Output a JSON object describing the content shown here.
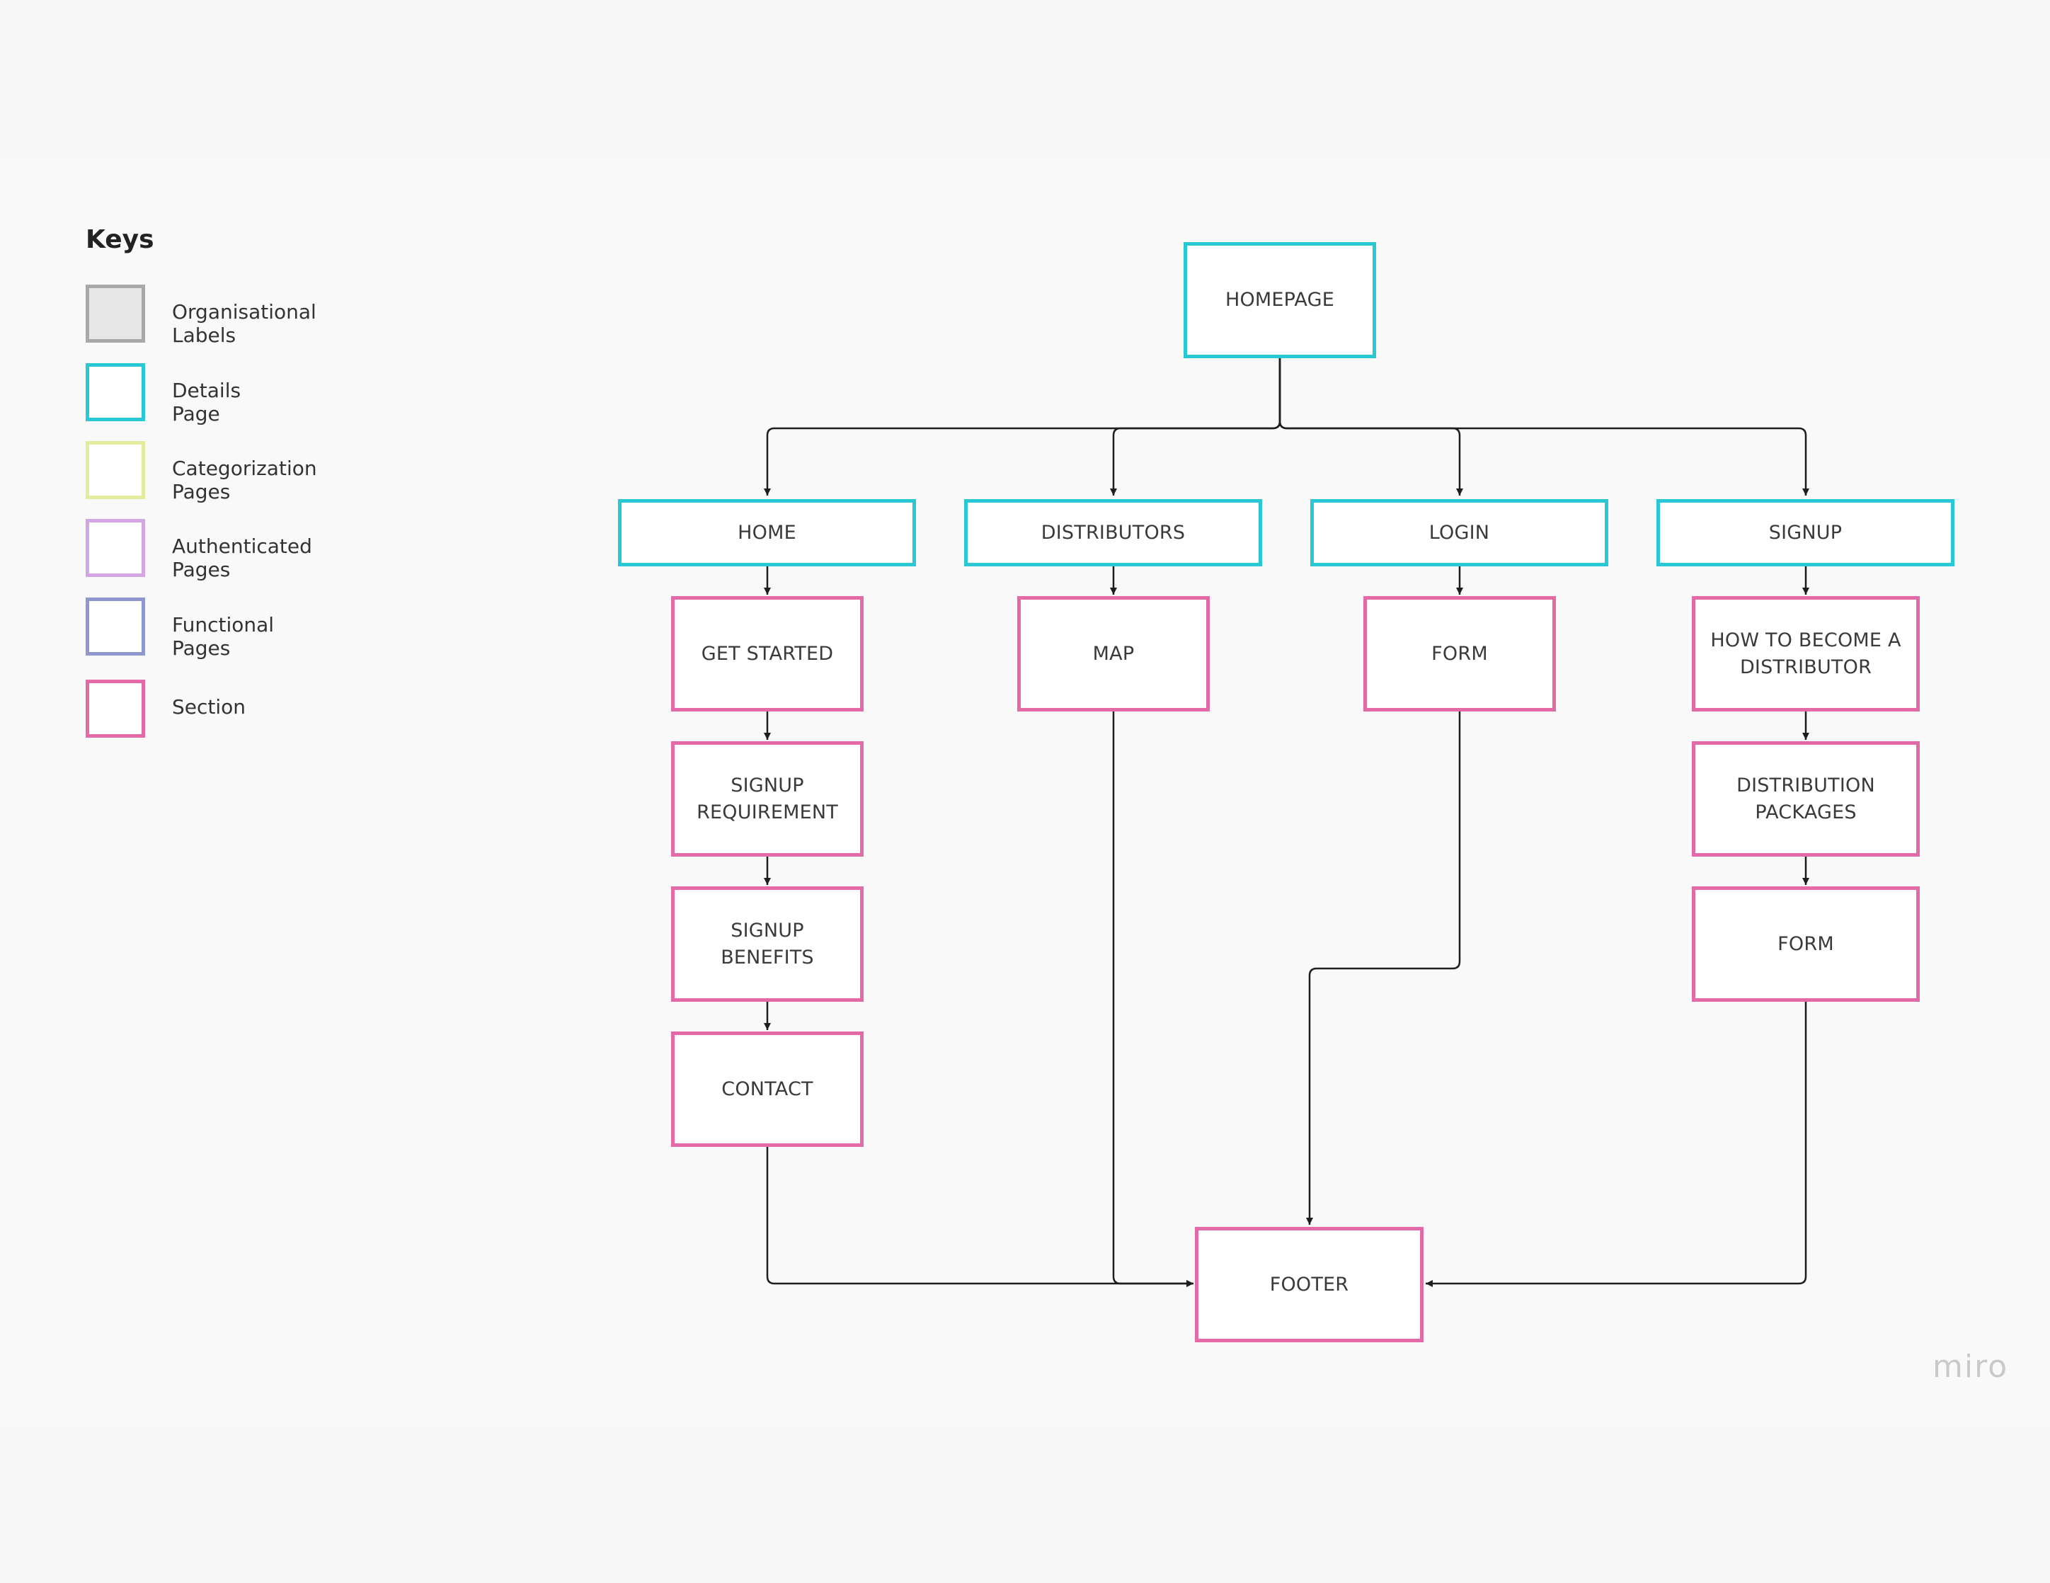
{
  "legend": {
    "title": "Keys",
    "items": [
      {
        "label": "Organisational Labels",
        "border": "#a8a8a8",
        "fill": "#e7e7e7"
      },
      {
        "label": "Details Page",
        "border": "#2ac7d4",
        "fill": "#ffffff"
      },
      {
        "label": "Categorization Pages",
        "border": "#e3ec9a",
        "fill": "#ffffff"
      },
      {
        "label": "Authenticated Pages",
        "border": "#d3a6e3",
        "fill": "#ffffff"
      },
      {
        "label": "Functional Pages",
        "border": "#8f97cf",
        "fill": "#ffffff"
      },
      {
        "label": "Section",
        "border": "#e36aa7",
        "fill": "#ffffff"
      }
    ]
  },
  "nodes": {
    "homepage": "HOMEPAGE",
    "home": "HOME",
    "distributors": "DISTRIBUTORS",
    "login": "LOGIN",
    "signup": "SIGNUP",
    "get_started": "GET STARTED",
    "signup_requirement": "SIGNUP\nREQUIREMENT",
    "signup_benefits": "SIGNUP BENEFITS",
    "contact": "CONTACT",
    "map": "MAP",
    "login_form": "FORM",
    "how_to_become": "HOW TO BECOME A\nDISTRIBUTOR",
    "distribution_packages": "DISTRIBUTION\nPACKAGES",
    "signup_form": "FORM",
    "footer": "FOOTER"
  },
  "watermark": "miro",
  "colors": {
    "details_border": "#2ac7d4",
    "section_border": "#e36aa7",
    "connector": "#1e1e1e"
  }
}
